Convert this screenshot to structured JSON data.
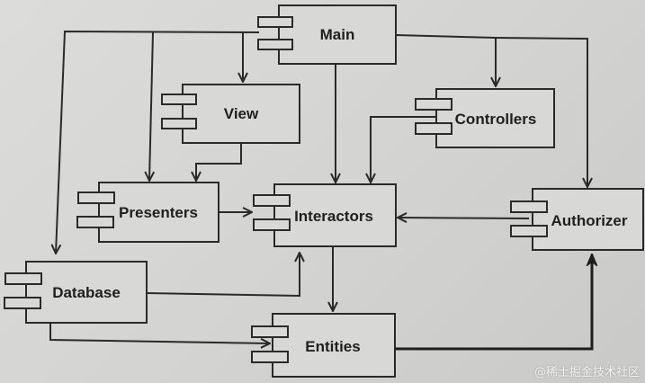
{
  "diagram": {
    "type": "component-dependency",
    "components": [
      {
        "id": "main",
        "label": "Main"
      },
      {
        "id": "view",
        "label": "View"
      },
      {
        "id": "controllers",
        "label": "Controllers"
      },
      {
        "id": "presenters",
        "label": "Presenters"
      },
      {
        "id": "interactors",
        "label": "Interactors"
      },
      {
        "id": "authorizer",
        "label": "Authorizer"
      },
      {
        "id": "database",
        "label": "Database"
      },
      {
        "id": "entities",
        "label": "Entities"
      }
    ],
    "edges": [
      {
        "from": "main",
        "to": "view"
      },
      {
        "from": "main",
        "to": "presenters"
      },
      {
        "from": "main",
        "to": "database"
      },
      {
        "from": "main",
        "to": "interactors"
      },
      {
        "from": "main",
        "to": "controllers"
      },
      {
        "from": "main",
        "to": "authorizer"
      },
      {
        "from": "view",
        "to": "presenters"
      },
      {
        "from": "controllers",
        "to": "interactors"
      },
      {
        "from": "presenters",
        "to": "interactors"
      },
      {
        "from": "authorizer",
        "to": "interactors"
      },
      {
        "from": "database",
        "to": "interactors"
      },
      {
        "from": "database",
        "to": "entities"
      },
      {
        "from": "interactors",
        "to": "entities"
      },
      {
        "from": "entities",
        "to": "authorizer"
      }
    ]
  },
  "watermark": "@稀土掘金技术社区"
}
